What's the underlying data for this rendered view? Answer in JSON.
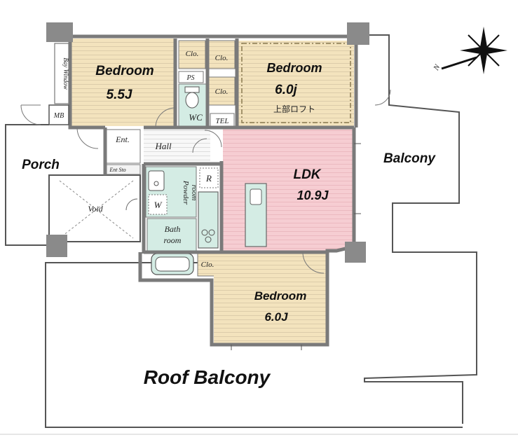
{
  "colors": {
    "bedroom_floor": "#f3e3bd",
    "bedroom_stripe": "#d8c9a3",
    "ldk_floor": "#f6cdd2",
    "ldk_stripe": "#e8b4bb",
    "wet_area": "#d4ece4",
    "wall": "#7a7a7a",
    "pillar": "#8a8a8a",
    "outline": "#555555"
  },
  "labels": {
    "bedroom_nw_name": "Bedroom",
    "bedroom_nw_size": "5.5J",
    "bedroom_ne_name": "Bedroom",
    "bedroom_ne_size": "6.0j",
    "bedroom_ne_loft": "上部ロフト",
    "bedroom_s_name": "Bedroom",
    "bedroom_s_size": "6.0J",
    "ldk_name": "LDK",
    "ldk_size": "10.9J",
    "balcony": "Balcony",
    "roof_balcony": "Roof Balcony",
    "porch": "Porch",
    "void": "Void",
    "entrance": "Ent.",
    "entrance_storage": "Ent Sto",
    "hall": "Hall",
    "closet_1": "Clo.",
    "closet_2": "Clo.",
    "closet_3": "Clo.",
    "closet_4": "Clo.",
    "pipe_space": "PS",
    "toilet": "WC",
    "telephone": "TEL",
    "refrigerator": "R",
    "washer": "W",
    "powder_room_1": "Powder",
    "powder_room_2": "room",
    "bathroom_1": "Bath",
    "bathroom_2": "room",
    "meter_box": "MB",
    "bay_window": "Bay Window",
    "north": "N"
  },
  "icons": [
    "compass-icon",
    "toilet-icon",
    "sink-icon",
    "bathtub-icon",
    "stove-icon"
  ]
}
